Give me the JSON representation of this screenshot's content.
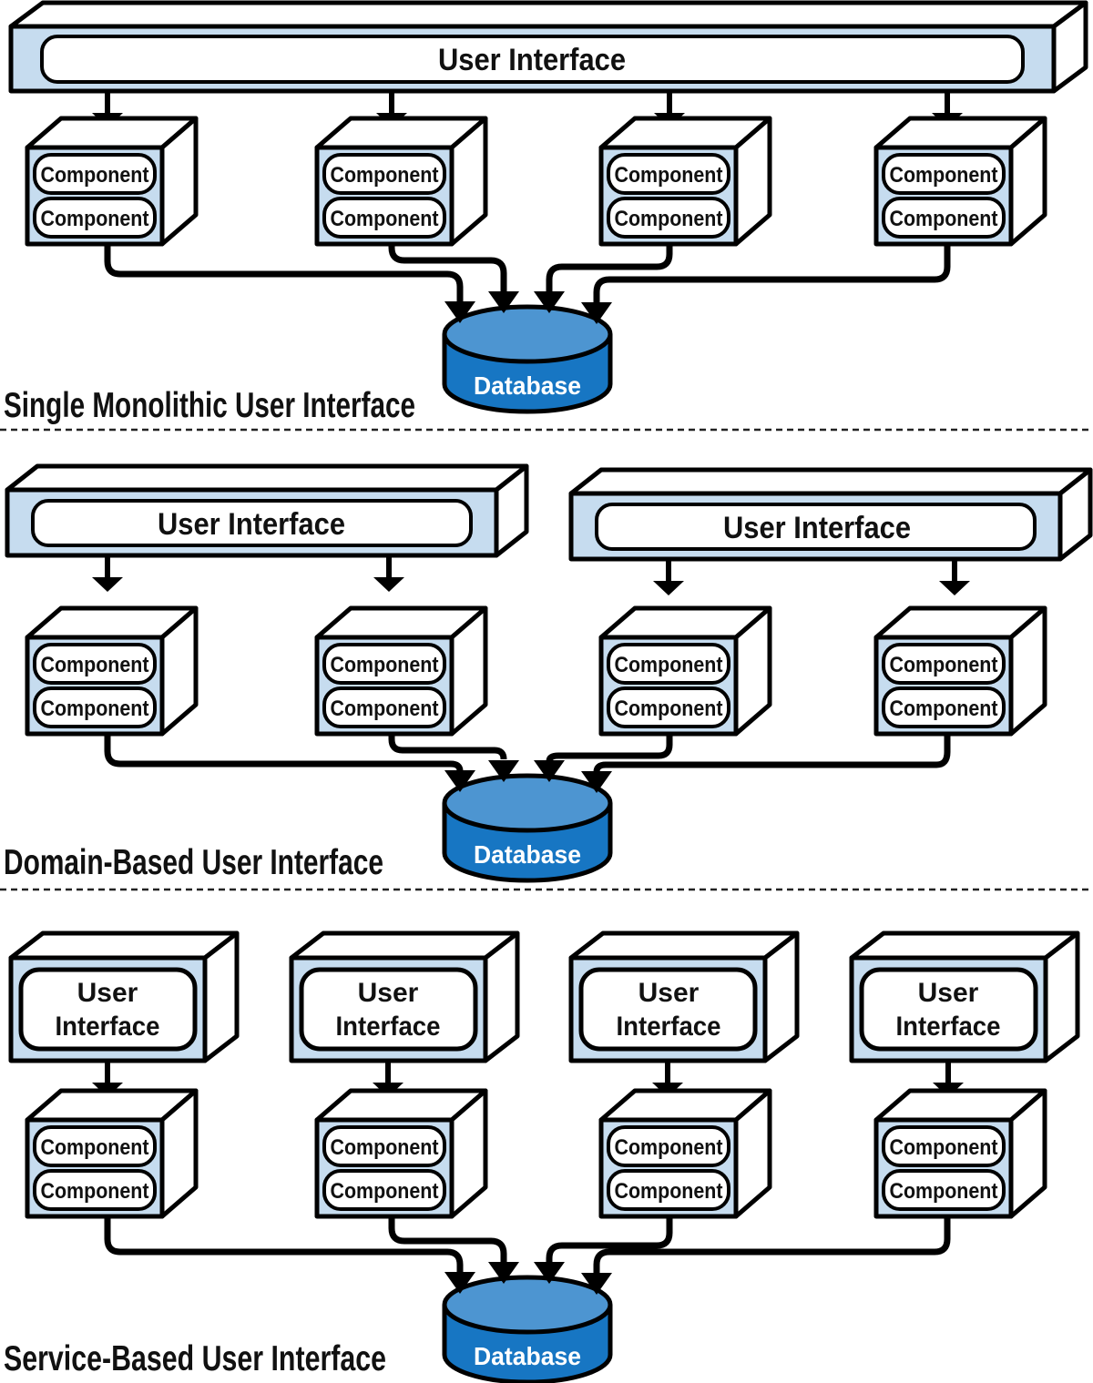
{
  "diagram": {
    "labels": {
      "user_interface": "User Interface",
      "ui_line1": "User",
      "ui_line2": "Interface",
      "component": "Component",
      "database": "Database"
    },
    "sections": [
      {
        "title": "Single Monolithic User Interface"
      },
      {
        "title": "Domain-Based User Interface"
      },
      {
        "title": "Service-Based User Interface"
      }
    ],
    "colors": {
      "box_face": "#c6dcef",
      "box_side": "#ffffff",
      "outline": "#000000",
      "db_top": "#4d95d1",
      "db_body": "#1776c3",
      "text": "#111111",
      "db_label": "#ffffff"
    }
  }
}
